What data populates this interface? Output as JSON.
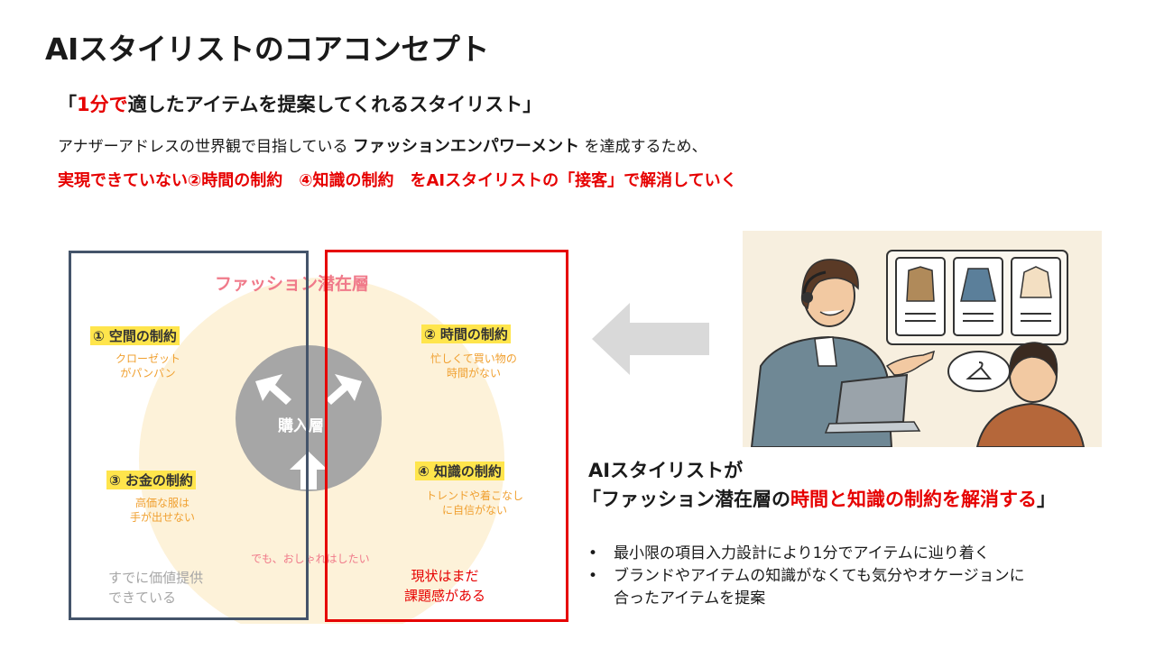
{
  "title": "AIスタイリストのコアコンセプト",
  "slogan": {
    "open": "「",
    "red": "1分で",
    "rest": "適したアイテムを提案してくれるスタイリスト」"
  },
  "description": {
    "pre": "アナザーアドレスの世界観で目指している ",
    "bold": "ファッションエンパワーメント",
    "post": " を達成するため、"
  },
  "red_line": "実現できていない②時間の制約　④知識の制約　をAIスタイリストの「接客」で解消していく",
  "diagram": {
    "outer_label": "ファッション潜在層",
    "core_label": "購入層",
    "constraints": [
      {
        "label": "① 空間の制約",
        "sub": [
          "クローゼット",
          "がパンパン"
        ]
      },
      {
        "label": "② 時間の制約",
        "sub": [
          "忙しくて買い物の",
          "時間がない"
        ]
      },
      {
        "label": "③ お金の制約",
        "sub": [
          "高価な服は",
          "手が出せない"
        ]
      },
      {
        "label": "④ 知識の制約",
        "sub": [
          "トレンドや着こなし",
          "に自信がない"
        ]
      }
    ],
    "bottom_text": "でも、おしゃれはしたい",
    "gray_box_caption": [
      "すでに価値提供",
      "できている"
    ],
    "red_box_caption": [
      "現状はまだ",
      "課題感がある"
    ]
  },
  "caption": {
    "line1": "AIスタイリストが",
    "line2_pre": "「ファッション潜在層の",
    "line2_red": "時間と知識の制約を解消する",
    "line2_post": "」"
  },
  "bullets": [
    "最小限の項目入力設計により1分でアイテムに辿り着く",
    "ブランドやアイテムの知識がなくても気分やオケージョンに合ったアイテムを提案"
  ],
  "bullet_lines": [
    [
      "最小限の項目入力設計により1分でアイテムに辿り着く"
    ],
    [
      "ブランドやアイテムの知識がなくても気分やオケージョンに",
      "合ったアイテムを提案"
    ]
  ],
  "colors": {
    "accent_red": "#e60000",
    "highlight_yellow": "#ffe54c",
    "box_gray": "#44546a"
  }
}
